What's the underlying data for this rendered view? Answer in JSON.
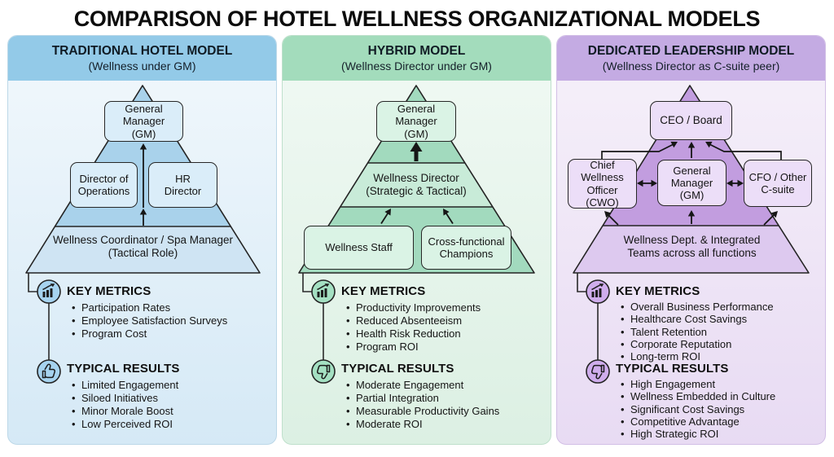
{
  "title": "COMPARISON OF HOTEL WELLNESS ORGANIZATIONAL MODELS",
  "panels": [
    {
      "title": "TRADITIONAL HOTEL MODEL",
      "subtitle": "(Wellness under GM)",
      "accent_colors": {
        "header_bg": "#93cae8",
        "border": "#bcd8e8",
        "body_top": "#f2f8fc",
        "body_bottom": "#d5e9f6",
        "pyramid": "#a9d2eb",
        "band": "#cfe4f3",
        "box": "#daedf9",
        "icon_bg": "#a6d3ef"
      },
      "pyramid": {
        "top_box": "General\nManager\n(GM)",
        "left_box": "Director of\nOperations",
        "right_box": "HR\nDirector",
        "base_band": "Wellness Coordinator / Spa Manager\n(Tactical Role)"
      },
      "key_metrics": {
        "heading": "KEY METRICS",
        "icon": "chart-increasing-icon",
        "items": [
          "Participation Rates",
          "Employee Satisfaction Surveys",
          "Program Cost"
        ]
      },
      "typical_results": {
        "heading": "TYPICAL RESULTS",
        "icon": "thumbs-up-icon",
        "items": [
          "Limited Engagement",
          "Siloed Initiatives",
          "Minor Morale Boost",
          "Low Perceived ROI"
        ]
      }
    },
    {
      "title": "HYBRID MODEL",
      "subtitle": "(Wellness Director under GM)",
      "accent_colors": {
        "header_bg": "#a3dcbc",
        "border": "#bfe0cc",
        "body_top": "#f1f9f4",
        "body_bottom": "#dcf0e3",
        "pyramid": "#a2dabe",
        "band": "#c8ebd8",
        "box": "#daf3e5",
        "icon_bg": "#a4e0c2"
      },
      "pyramid": {
        "top_box": "General\nManager\n(GM)",
        "middle_band": "Wellness Director\n(Strategic & Tactical)",
        "left_box": "Wellness Staff",
        "right_box": "Cross-functional\nChampions"
      },
      "key_metrics": {
        "heading": "KEY METRICS",
        "icon": "chart-increasing-icon",
        "items": [
          "Productivity Improvements",
          "Reduced Absenteeism",
          "Health Risk Reduction",
          "Program ROI"
        ]
      },
      "typical_results": {
        "heading": "TYPICAL RESULTS",
        "icon": "thumbs-down-icon",
        "items": [
          "Moderate Engagement",
          "Partial Integration",
          "Measurable Productivity Gains",
          "Moderate ROI"
        ]
      }
    },
    {
      "title": "DEDICATED LEADERSHIP MODEL",
      "subtitle": "(Wellness Director as C-suite peer)",
      "accent_colors": {
        "header_bg": "#c4abe3",
        "border": "#d2bfe6",
        "body_top": "#f6f1fa",
        "body_bottom": "#e8dbf3",
        "pyramid": "#c29ddf",
        "band": "#ddc9ef",
        "box": "#ecdef8",
        "icon_bg": "#cfadec"
      },
      "pyramid": {
        "top_box": "CEO / Board",
        "left_box": "Chief\nWellness\nOfficer\n(CWO)",
        "center_box": "General\nManager\n(GM)",
        "right_box": "CFO / Other\nC-suite",
        "base_band": "Wellness Dept. & Integrated\nTeams across all functions"
      },
      "key_metrics": {
        "heading": "KEY METRICS",
        "icon": "chart-increasing-icon",
        "items": [
          "Overall Business Performance",
          "Healthcare Cost Savings",
          "Talent Retention",
          "Corporate Reputation",
          "Long-term ROI"
        ]
      },
      "typical_results": {
        "heading": "TYPICAL RESULTS",
        "icon": "thumbs-down-icon",
        "items": [
          "High Engagement",
          "Wellness Embedded in Culture",
          "Significant Cost Savings",
          "Competitive Advantage",
          "High Strategic ROI"
        ]
      }
    }
  ]
}
